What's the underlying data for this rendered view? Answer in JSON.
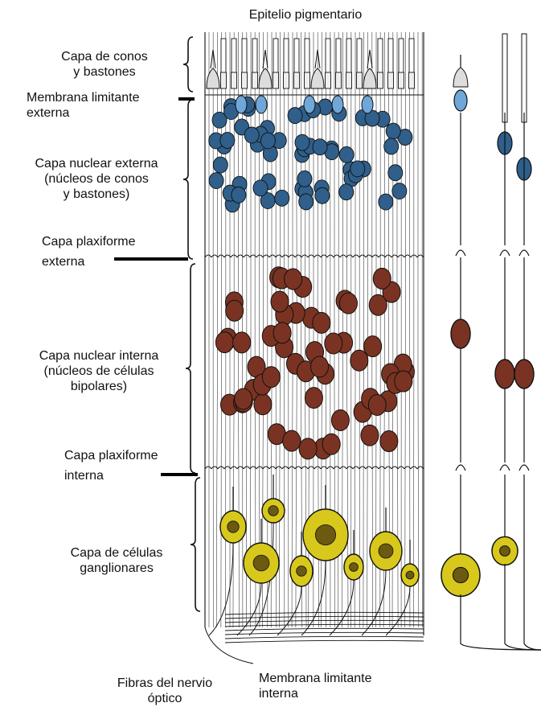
{
  "top_label": "Epitelio pigmentario",
  "labels": {
    "conos_bastones": [
      "Capa de conos",
      "y bastones"
    ],
    "membrana_externa": [
      "Membrana limitante",
      "externa"
    ],
    "nuclear_externa": [
      "Capa nuclear externa",
      "(núcleos de conos",
      "y bastones)"
    ],
    "plexiforme_externa": [
      "Capa plaxiforme",
      "externa"
    ],
    "nuclear_interna": [
      "Capa nuclear interna",
      "(núcleos de células",
      "bipolares)"
    ],
    "plexiforme_interna": [
      "Capa plaxiforme",
      "interna"
    ],
    "ganglionares": [
      "Capa de células",
      "ganglionares"
    ],
    "fibras": [
      "Fibras del nervio",
      "óptico"
    ],
    "membrana_interna": [
      "Membrana limitante",
      "interna"
    ]
  },
  "colors": {
    "outer_nuclei": "#2f5f8a",
    "cone_nuclei": "#6fa8d8",
    "inner_nuclei": "#7a3322",
    "ganglion_cells": "#d8c81c",
    "line": "#222222"
  }
}
